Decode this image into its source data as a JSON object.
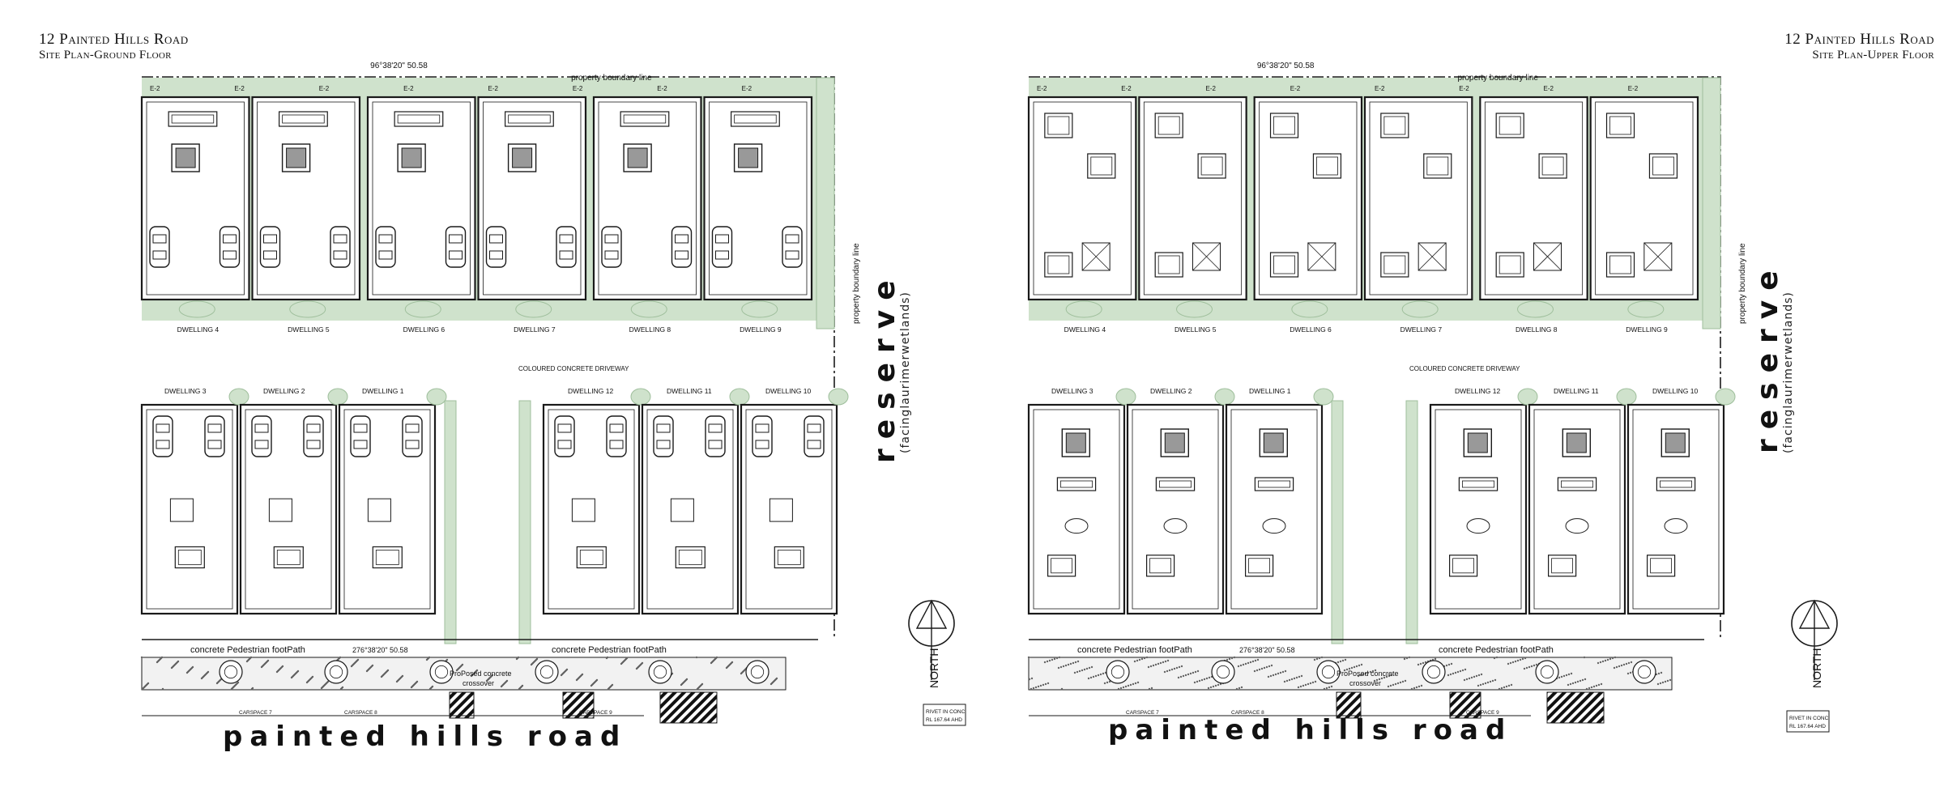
{
  "sheets": [
    {
      "title_line1": "12 Painted Hills Road",
      "title_line2": "Site Plan-Ground Floor",
      "road_label": "painted hills road",
      "reserve_label": "reserve",
      "reserve_sub": "(facinglaurimerwetlands)",
      "north_label": "NORTH",
      "driveway_label": "COLOURED CONCRETE DRIVEWAY",
      "footpath_left": "concrete Pedestrian footPath",
      "footpath_right": "concrete Pedestrian footPath",
      "crossover_line1": "ProPosed concrete",
      "crossover_line2": "crossover",
      "boundary_top": "property boundary line",
      "boundary_side": "property boundary line",
      "bearing_top": "96°38'20\"  50.58",
      "bearing_bottom": "276°38'20\"  50.58",
      "rivet": [
        "RIVET IN CONC.",
        "RL 167.64 AHD"
      ],
      "top_dwellings": [
        "DWELLING 4",
        "DWELLING 5",
        "DWELLING 6",
        "DWELLING 7",
        "DWELLING 8",
        "DWELLING 9"
      ],
      "bottom_dwellings": [
        "DWELLING 3",
        "DWELLING 2",
        "DWELLING 1",
        "DWELLING 12",
        "DWELLING 11",
        "DWELLING 10"
      ],
      "carspaces": [
        "CARSPACE 7",
        "CARSPACE 8",
        "CARSPACE 9"
      ]
    },
    {
      "title_line1": "12 Painted Hills Road",
      "title_line2": "Site Plan-Upper Floor",
      "road_label": "painted hills road",
      "reserve_label": "reserve",
      "reserve_sub": "(facinglaurimerwetlands)",
      "north_label": "NORTH",
      "driveway_label": "COLOURED CONCRETE DRIVEWAY",
      "footpath_left": "concrete Pedestrian footPath",
      "footpath_right": "concrete Pedestrian footPath",
      "crossover_line1": "ProPosed concrete",
      "crossover_line2": "crossover",
      "boundary_top": "property boundary line",
      "boundary_side": "property boundary line",
      "bearing_top": "96°38'20\"  50.58",
      "bearing_bottom": "276°38'20\"  50.58",
      "rivet": [
        "RIVET IN CONC.",
        "RL 167.64 AHD"
      ],
      "top_dwellings": [
        "DWELLING 4",
        "DWELLING 5",
        "DWELLING 6",
        "DWELLING 7",
        "DWELLING 8",
        "DWELLING 9"
      ],
      "bottom_dwellings": [
        "DWELLING 3",
        "DWELLING 2",
        "DWELLING 1",
        "DWELLING 12",
        "DWELLING 11",
        "DWELLING 10"
      ],
      "carspaces": [
        "CARSPACE 7",
        "CARSPACE 8",
        "CARSPACE 9"
      ]
    }
  ],
  "colors": {
    "landscape": "#cfe2cc",
    "landscape_dark": "#9fbf9c",
    "line": "#1a1a1a",
    "wall_fill": "#e6e6e6",
    "hatch": "#111111"
  }
}
